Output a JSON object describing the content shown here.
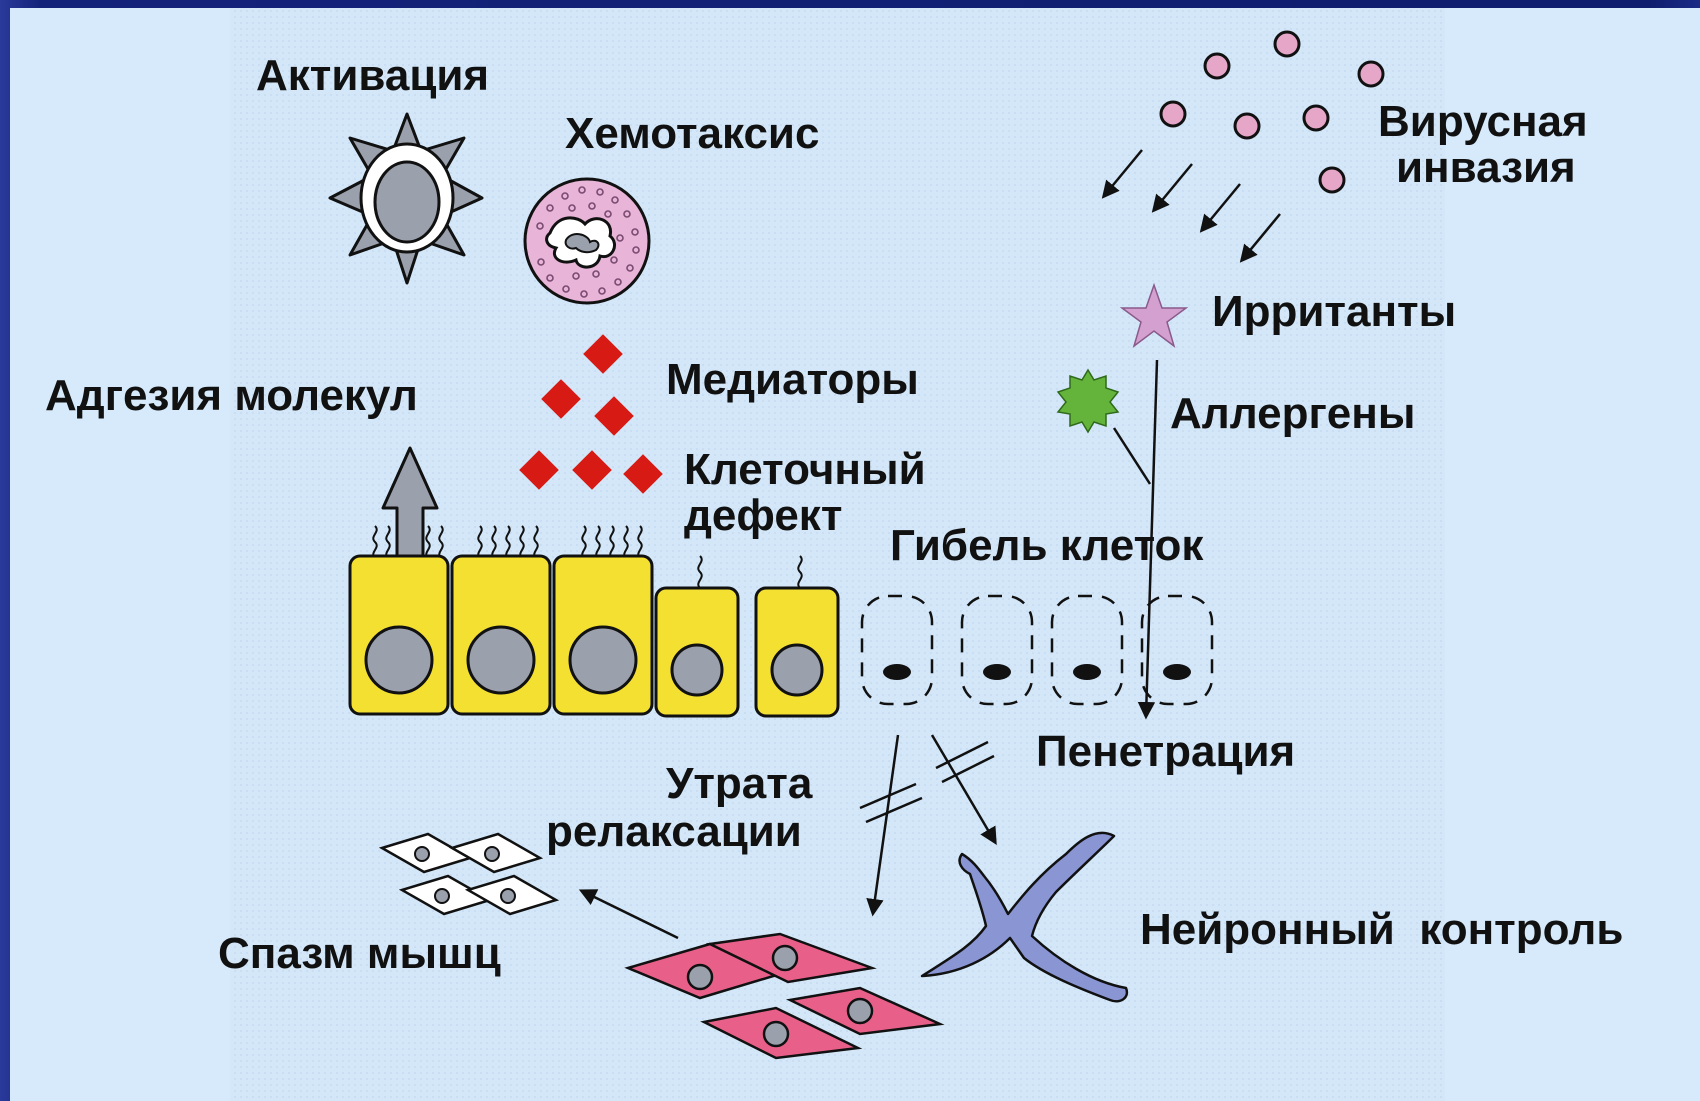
{
  "colors": {
    "panel": "#d2e6f8",
    "panel_side": "#d6eafb",
    "cell_yellow": "#f4e030",
    "nucleus_gray": "#9aa0ac",
    "mediator_red": "#d81a14",
    "virus_pink": "#e6a6c8",
    "irritant_star": "#d4a0d0",
    "allergen_green": "#64b43c",
    "muscle_pink": "#e8608a",
    "neuron_blue": "#8a96d4"
  },
  "labels": {
    "activation": "Активация",
    "chemotaxis": "Хемотаксис",
    "adhesion": "Адгезия молекул",
    "mediators": "Медиаторы",
    "cell_defect_1": "Клеточный",
    "cell_defect_2": "дефект",
    "cell_death": "Гибель клеток",
    "viral_1": "Вирусная",
    "viral_2": "инвазия",
    "irritants": "Ирританты",
    "allergens": "Аллергены",
    "penetration": "Пенетрация",
    "relax_1": "Утрата",
    "relax_2": "релаксации",
    "spasm": "Спазм мышц",
    "neural": "Нейронный  контроль"
  },
  "icons": [
    "activated-cell-icon",
    "neutrophil-icon",
    "mediator-diamond-icon",
    "virus-particle-icon",
    "irritant-star-icon",
    "allergen-icon",
    "epithelial-cell-icon",
    "dead-cell-icon",
    "smooth-muscle-cell-icon",
    "neuron-icon"
  ]
}
